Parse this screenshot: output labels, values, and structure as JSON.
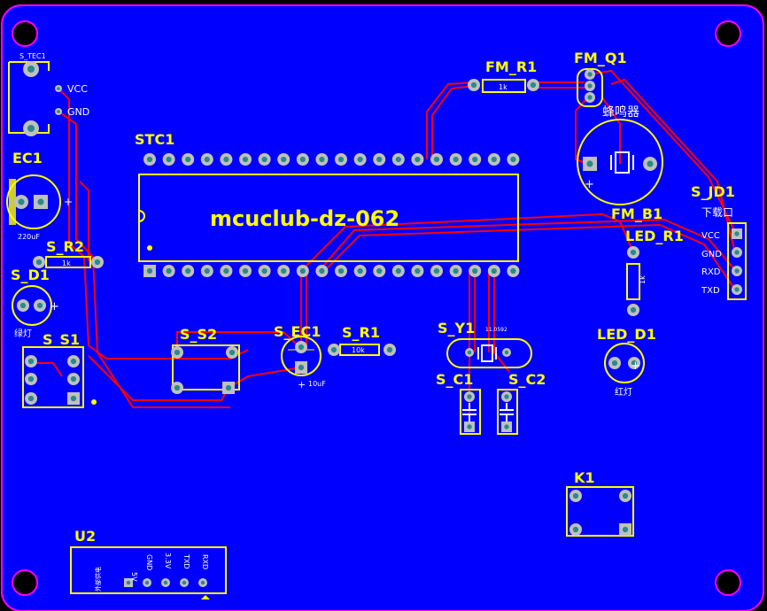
{
  "board": {
    "title": "mcuclub-dz-062",
    "colors": {
      "board": "#0000ff",
      "outline": "#ff00ff",
      "trace": "#ff0000",
      "silk": "#ffff00",
      "pad": "#c0c0c0",
      "hole": "#2a8a8a"
    }
  },
  "components": {
    "s_tec1": {
      "ref": "S_TEC1",
      "vcc": "VCC",
      "gnd": "GND"
    },
    "ec1": {
      "ref": "EC1",
      "value": "220uF",
      "plus": "+"
    },
    "s_r2": {
      "ref": "S_R2",
      "value": "1k"
    },
    "s_d1": {
      "ref": "S_D1",
      "note": "绿灯",
      "plus": "+"
    },
    "s_s1": {
      "ref": "S_S1"
    },
    "stc1": {
      "ref": "STC1"
    },
    "fm_r1": {
      "ref": "FM_R1",
      "value": "1k"
    },
    "fm_q1": {
      "ref": "FM_Q1"
    },
    "buzzer": {
      "label": "蜂鸣器",
      "plus": "+"
    },
    "s_jd1": {
      "ref": "S_JD1",
      "title": "下载口",
      "pins": [
        "VCC",
        "GND",
        "RXD",
        "TXD"
      ]
    },
    "fm_b1": {
      "ref": "FM_B1"
    },
    "led_r1": {
      "ref": "LED_R1",
      "value": "1k"
    },
    "led_d1": {
      "ref": "LED_D1",
      "note": "红灯",
      "plus": "+"
    },
    "s_s2": {
      "ref": "S_S2"
    },
    "s_ec1": {
      "ref": "S_EC1",
      "value": "10uF",
      "plus": "+"
    },
    "s_r1": {
      "ref": "S_R1",
      "value": "10k"
    },
    "s_y1": {
      "ref": "S_Y1",
      "value": "11.0592"
    },
    "s_c1": {
      "ref": "S_C1"
    },
    "s_c2": {
      "ref": "S_C2"
    },
    "k1": {
      "ref": "K1"
    },
    "u2": {
      "ref": "U2",
      "note": "外部供电",
      "pins": [
        "5V",
        "GND",
        "3.3V",
        "TXD",
        "RXD"
      ]
    }
  }
}
